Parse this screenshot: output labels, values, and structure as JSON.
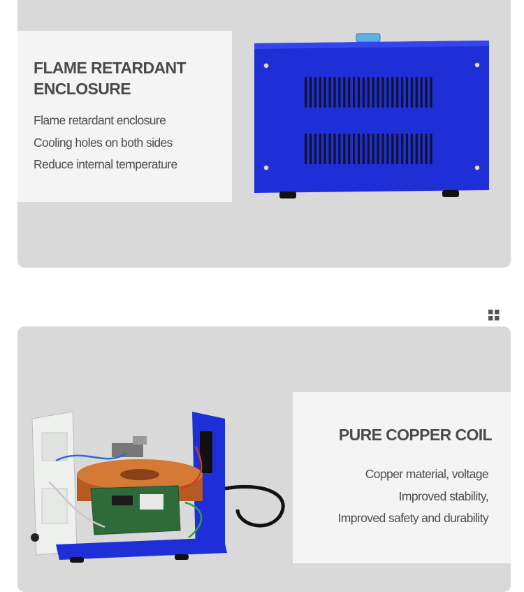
{
  "section1": {
    "heading": "FLAME RETARDANT ENCLOSURE",
    "lines": [
      "Flame retardant enclosure",
      "Cooling holes on both sides",
      "Reduce internal temperature"
    ],
    "image": "blue-enclosure-side-view"
  },
  "section2": {
    "heading": "PURE COPPER COIL",
    "lines": [
      "Copper material, voltage",
      "Improved stability,",
      "Improved safety and durability"
    ],
    "image": "open-regulator-copper-coil"
  },
  "icons": {
    "grid": "grid-icon"
  },
  "colors": {
    "panel": "#d9d9d9",
    "card": "#f4f4f4",
    "text": "#4a4a4a",
    "enclosure_blue": "#1f2fd8",
    "copper": "#c56a2a"
  }
}
